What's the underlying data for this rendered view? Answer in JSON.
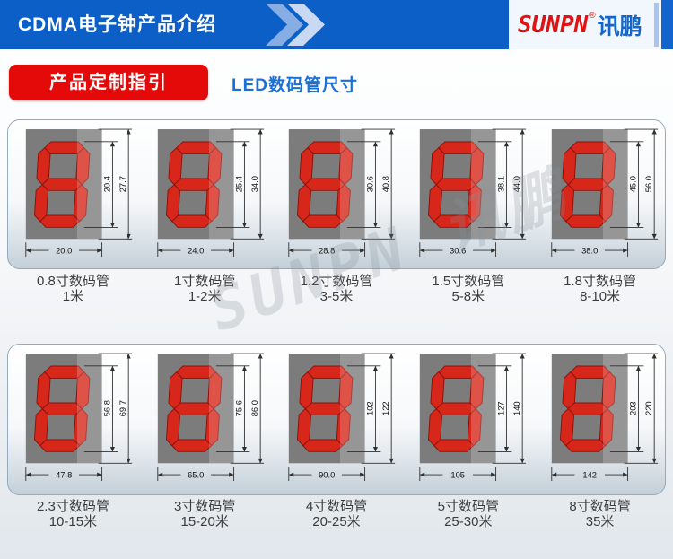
{
  "header": {
    "title": "CDMA电子钟产品介绍",
    "logo": {
      "name": "SUNPN",
      "reg": "®",
      "cn": "讯鹏"
    }
  },
  "toolbar": {
    "guide_button": "产品定制指引",
    "section_title": "LED数码管尺寸"
  },
  "watermark": "SUNPN 讯鹏",
  "colors": {
    "header_blue": "#0b5fc7",
    "logo_bg": "#f2f7fd",
    "logo_red": "#e01212",
    "logo_cn_blue": "#1566c9",
    "bar_light": "#a6c6ef",
    "bar_dark": "#1365cb",
    "chevron_front": "#86ade4",
    "chevron_back": "#c9d9f4",
    "button_red": "#e50a0a",
    "section_blue": "#1a70d6",
    "panel_border": "#93aabf",
    "box_gray": "#7c7c7c",
    "digit_red": "#d7271b",
    "digit_outline": "#8a110b",
    "dim_line": "#2f2f2f"
  },
  "rows": [
    {
      "items": [
        {
          "label": "0.8寸数码管",
          "range": "1米",
          "inner_h": "20.4",
          "outer_h": "27.7",
          "width": "20.0"
        },
        {
          "label": "1寸数码管",
          "range": "1-2米",
          "inner_h": "25.4",
          "outer_h": "34.0",
          "width": "24.0"
        },
        {
          "label": "1.2寸数码管",
          "range": "3-5米",
          "inner_h": "30.6",
          "outer_h": "40.8",
          "width": "28.8"
        },
        {
          "label": "1.5寸数码管",
          "range": "5-8米",
          "inner_h": "38.1",
          "outer_h": "44.0",
          "width": "30.6"
        },
        {
          "label": "1.8寸数码管",
          "range": "8-10米",
          "inner_h": "45.0",
          "outer_h": "56.0",
          "width": "38.0"
        }
      ]
    },
    {
      "items": [
        {
          "label": "2.3寸数码管",
          "range": "10-15米",
          "inner_h": "56.8",
          "outer_h": "69.7",
          "width": "47.8"
        },
        {
          "label": "3寸数码管",
          "range": "15-20米",
          "inner_h": "75.6",
          "outer_h": "86.0",
          "width": "65.0"
        },
        {
          "label": "4寸数码管",
          "range": "20-25米",
          "inner_h": "102",
          "outer_h": "122",
          "width": "90.0"
        },
        {
          "label": "5寸数码管",
          "range": "25-30米",
          "inner_h": "127",
          "outer_h": "140",
          "width": "105"
        },
        {
          "label": "8寸数码管",
          "range": "35米",
          "inner_h": "203",
          "outer_h": "220",
          "width": "142"
        }
      ]
    }
  ]
}
